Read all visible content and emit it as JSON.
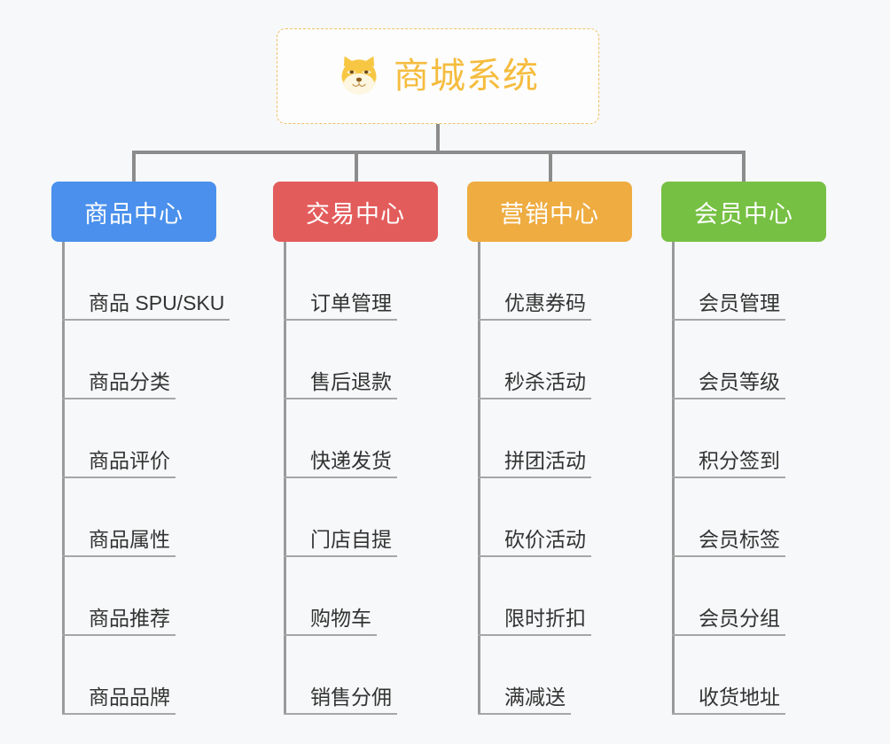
{
  "page": {
    "background_color": "#f7f8f9",
    "connector_color": "#8c8c8c",
    "leaf_line_color": "#a6a6a6",
    "leaf_text_color": "#333333"
  },
  "root": {
    "title": "商城系统",
    "icon": "dog-face-emoji",
    "text_color": "#f5bc3e",
    "border_color": "#f0c068",
    "background_color": "#fdfdfd"
  },
  "branches": [
    {
      "label": "商品中心",
      "color": "#4a90ec",
      "items": [
        "商品 SPU/SKU",
        "商品分类",
        "商品评价",
        "商品属性",
        "商品推荐",
        "商品品牌"
      ]
    },
    {
      "label": "交易中心",
      "color": "#e35c5c",
      "items": [
        "订单管理",
        "售后退款",
        "快递发货",
        "门店自提",
        "购物车",
        "销售分佣"
      ]
    },
    {
      "label": "营销中心",
      "color": "#eeac41",
      "items": [
        "优惠券码",
        "秒杀活动",
        "拼团活动",
        "砍价活动",
        "限时折扣",
        "满减送"
      ]
    },
    {
      "label": "会员中心",
      "color": "#76c043",
      "items": [
        "会员管理",
        "会员等级",
        "积分签到",
        "会员标签",
        "会员分组",
        "收货地址"
      ]
    }
  ]
}
